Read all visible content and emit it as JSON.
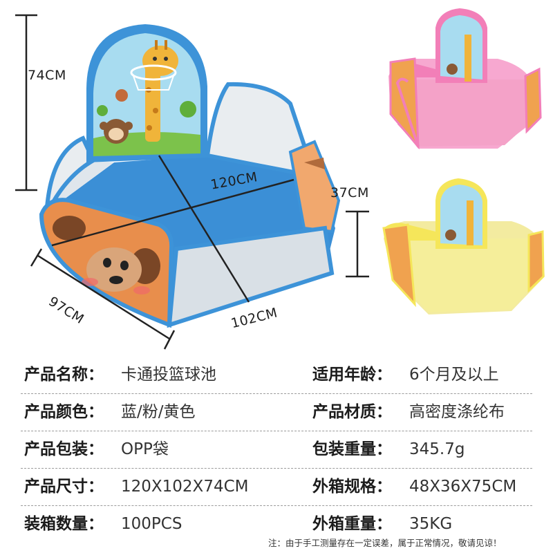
{
  "dimensions": {
    "height": "74CM",
    "side_height": "37CM",
    "diagonal": "120CM",
    "depth": "97CM",
    "width": "102CM"
  },
  "colors": {
    "blue": "#3d93d8",
    "pink": "#f27fb8",
    "yellow": "#f5e65a",
    "bear": "#e88e4c",
    "giraffe": "#f0b43a"
  },
  "specs": [
    {
      "label": "产品名称：",
      "value": "卡通投篮球池"
    },
    {
      "label": "适用年龄：",
      "value": "6个月及以上"
    },
    {
      "label": "产品颜色：",
      "value": "蓝/粉/黄色"
    },
    {
      "label": "产品材质：",
      "value": "高密度涤纶布"
    },
    {
      "label": "产品包装：",
      "value": "OPP袋"
    },
    {
      "label": "包装重量：",
      "value": "345.7g"
    },
    {
      "label": "产品尺寸：",
      "value": "120X102X74CM"
    },
    {
      "label": "外箱规格：",
      "value": "48X36X75CM"
    },
    {
      "label": "装箱数量：",
      "value": "100PCS"
    },
    {
      "label": "外箱重量：",
      "value": "35KG"
    }
  ],
  "note": "注：由于手工测量存在一定误差，属于正常情况，敬请见谅！"
}
